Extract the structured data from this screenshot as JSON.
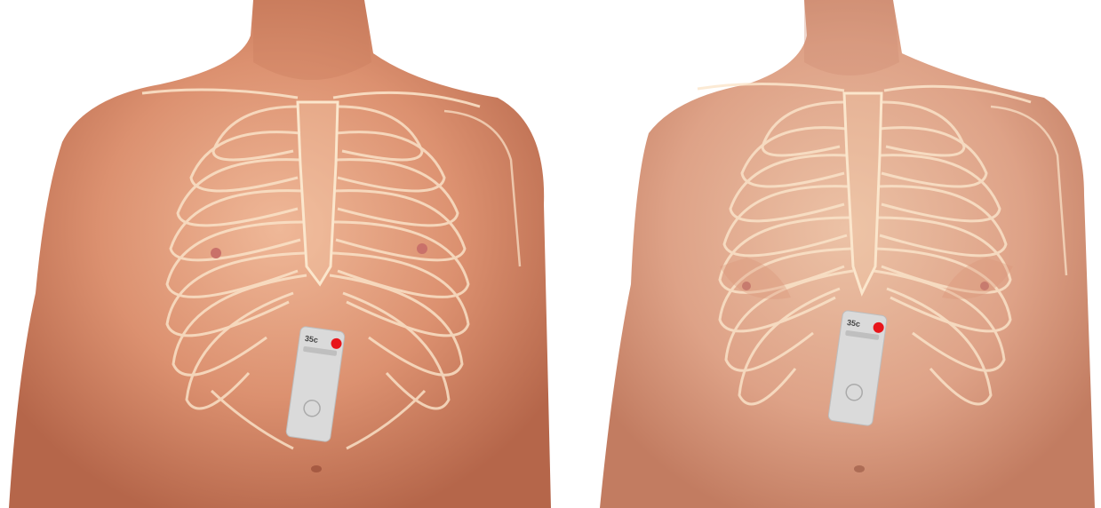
{
  "figures": [
    {
      "id": "male",
      "probe": {
        "label": "35c",
        "marker_color": "#e8151b"
      }
    },
    {
      "id": "female",
      "probe": {
        "label": "35c",
        "marker_color": "#e8151b"
      }
    }
  ],
  "colors": {
    "skin_light": "#eab595",
    "skin_mid": "#d98a6a",
    "skin_dark": "#b8674c",
    "bone_outline": "#fbe6cc",
    "probe_body": "#d9d9d9",
    "background": "#ffffff"
  }
}
